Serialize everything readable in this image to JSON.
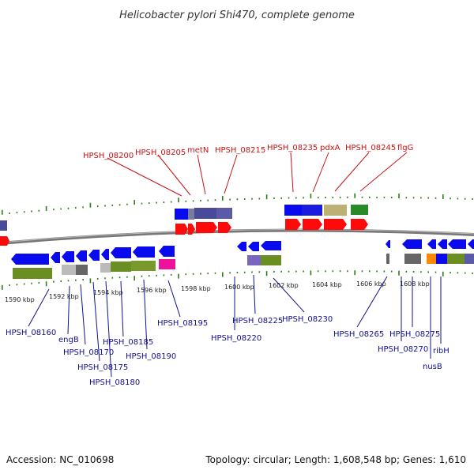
{
  "header": {
    "title": "Helicobacter pylori Shi470, complete genome"
  },
  "footer": {
    "accession": "Accession: NC_010698",
    "topology": "Topology: circular; Length: 1,608,548 bp; Genes: 1,610"
  },
  "kbp_labels": [
    "1590 kbp",
    "1592 kbp",
    "1594 kbp",
    "1596 kbp",
    "1598 kbp",
    "1600 kbp",
    "1602 kbp",
    "1604 kbp",
    "1606 kbp",
    "1608 kbp"
  ],
  "top_genes": [
    "HPSH_08200",
    "HPSH_08205",
    "metN",
    "HPSH_08215",
    "HPSH_08235",
    "pdxA",
    "HPSH_08245",
    "flgG"
  ],
  "bottom_genes": [
    "HPSH_08160",
    "engB",
    "HPSH_08170",
    "HPSH_08175",
    "HPSH_08180",
    "HPSH_08185",
    "HPSH_08190",
    "HPSH_08195",
    "HPSH_08220",
    "HPSH_08225",
    "HPSH_08230",
    "HPSH_08265",
    "HPSH_08270",
    "HPSH_08275",
    "nusB",
    "ribH"
  ],
  "colors": {
    "red_label": "#cc1111",
    "blue_label": "#101090",
    "cds_red": "#ff0a0a",
    "cds_blue": "#0a0aee",
    "tick_green": "#2e7d10",
    "backbone": "#888888"
  }
}
